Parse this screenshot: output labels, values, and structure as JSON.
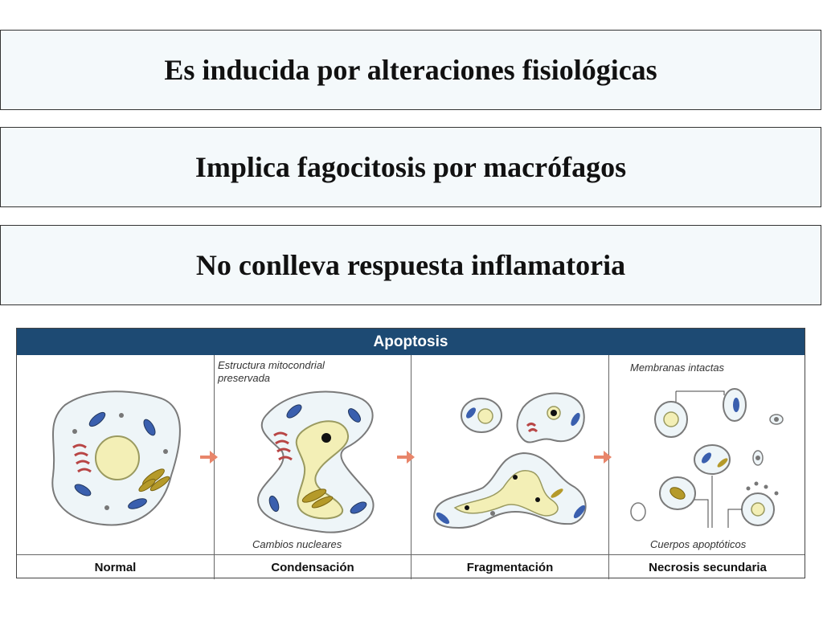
{
  "statements": [
    "Es inducida por alteraciones  fisiológicas",
    "Implica fagocitosis por macrófagos",
    "No conlleva respuesta inflamatoria"
  ],
  "figure": {
    "title": "Apoptosis",
    "stages": [
      "Normal",
      "Condensación",
      "Fragmentación",
      "Necrosis secundaria"
    ],
    "labels": {
      "mito_line1": "Estructura  mitocondrial",
      "mito_line2": "preservada",
      "nuclear": "Cambios nucleares",
      "membranes": "Membranas intactas",
      "bodies": "Cuerpos apoptóticos"
    },
    "colors": {
      "header": "#1d4a73",
      "cytoplasm_outline": "#7a7a7a",
      "nucleus": "#f3efb6",
      "mitochondria": "#3a5fae",
      "reticulum": "#b84545",
      "golgi": "#b59a2a",
      "arrow": "#e8856a"
    }
  }
}
